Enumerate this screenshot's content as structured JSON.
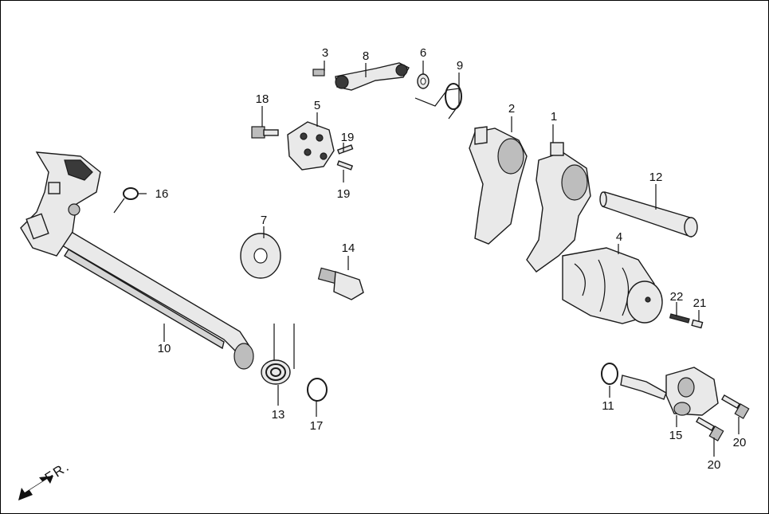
{
  "diagram": {
    "callouts": [
      {
        "id": "c1",
        "text": "1"
      },
      {
        "id": "c2",
        "text": "2"
      },
      {
        "id": "c3",
        "text": "3"
      },
      {
        "id": "c4",
        "text": "4"
      },
      {
        "id": "c5",
        "text": "5"
      },
      {
        "id": "c6",
        "text": "6"
      },
      {
        "id": "c7",
        "text": "7"
      },
      {
        "id": "c8",
        "text": "8"
      },
      {
        "id": "c9",
        "text": "9"
      },
      {
        "id": "c10",
        "text": "10"
      },
      {
        "id": "c11",
        "text": "11"
      },
      {
        "id": "c12",
        "text": "12"
      },
      {
        "id": "c13",
        "text": "13"
      },
      {
        "id": "c14",
        "text": "14"
      },
      {
        "id": "c15",
        "text": "15"
      },
      {
        "id": "c16",
        "text": "16"
      },
      {
        "id": "c17",
        "text": "17"
      },
      {
        "id": "c18",
        "text": "18"
      },
      {
        "id": "c19a",
        "text": "19"
      },
      {
        "id": "c19b",
        "text": "19"
      },
      {
        "id": "c20a",
        "text": "20"
      },
      {
        "id": "c20b",
        "text": "20"
      },
      {
        "id": "c21",
        "text": "21"
      },
      {
        "id": "c22",
        "text": "22"
      }
    ],
    "front_marker": "FR."
  }
}
